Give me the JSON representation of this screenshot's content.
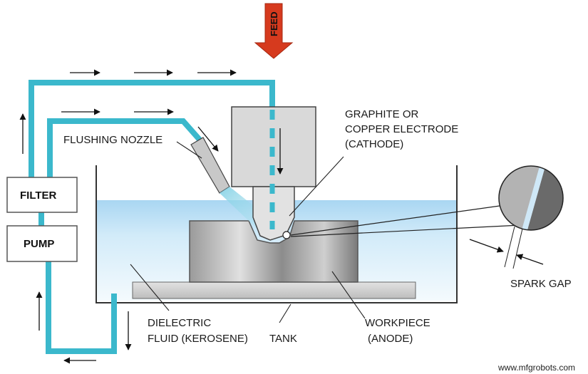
{
  "labels": {
    "feed": "FEED",
    "filter": "FILTER",
    "pump": "PUMP",
    "flushing_nozzle": "FLUSHING NOZZLE",
    "electrode_line1": "GRAPHITE OR",
    "electrode_line2": "COPPER ELECTRODE",
    "electrode_line3": "(CATHODE)",
    "spark_gap": "SPARK GAP",
    "dielectric_line1": "DIELECTRIC",
    "dielectric_line2": "FLUID (KEROSENE)",
    "tank": "TANK",
    "workpiece_line1": "WORKPIECE",
    "workpiece_line2": "(ANODE)"
  },
  "watermark": "www.mfgrobots.com",
  "colors": {
    "fluid_pipe": "#3bb8cc",
    "feed_arrow": "#d63a1e",
    "dielectric_fluid": "#bfe1f5",
    "electrode": "#d8d8d8",
    "workpiece": "#b8b8b8"
  }
}
